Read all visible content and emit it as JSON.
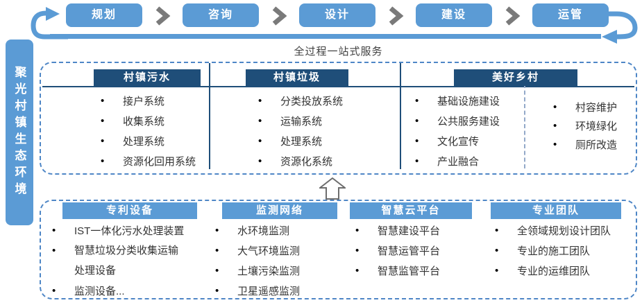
{
  "bullet_glyph": "•",
  "sidebar": {
    "label": "聚光村镇生态环境"
  },
  "process_flow": {
    "stages": [
      "规划",
      "咨询",
      "设计",
      "建设",
      "运管"
    ]
  },
  "banner": {
    "title": "全过程一站式服务"
  },
  "services": {
    "columns": [
      {
        "header": "村镇污水",
        "items": [
          "接户系统",
          "收集系统",
          "处理系统",
          "资源化回用系统"
        ]
      },
      {
        "header": "村镇垃圾",
        "items": [
          "分类投放系统",
          "运输系统",
          "处理系统",
          "资源化系统"
        ]
      },
      {
        "header": "美好乡村",
        "items_left": [
          "基础设施建设",
          "公共服务建设",
          "文化宣传",
          "产业融合"
        ],
        "items_right": [
          "村容维护",
          "环境绿化",
          "厕所改造"
        ]
      }
    ]
  },
  "capabilities": {
    "columns": [
      {
        "header": "专利设备",
        "items": [
          "IST一体化污水处理装置",
          "智慧垃圾分类收集运输处理设备",
          "监测设备..."
        ]
      },
      {
        "header": "监测网络",
        "items": [
          "水环境监测",
          "大气环境监测",
          "土壤污染监测",
          "卫星遥感监测"
        ]
      },
      {
        "header": "智慧云平台",
        "items": [
          "智慧建设平台",
          "智慧运管平台",
          "智慧监管平台"
        ]
      },
      {
        "header": "专业团队",
        "items": [
          "全领域规划设计团队",
          "专业的施工团队",
          "专业的运维团队"
        ]
      }
    ]
  },
  "colors": {
    "primary_blue": "#5B9BD5",
    "dark_navy": "#1F4E79",
    "dashed_border_blue": "#4E86C6",
    "chevron_gray": "#7A7A7A",
    "text_dark": "#333333"
  },
  "icons": {
    "chevron": "chevron-right-icon",
    "loop_left": "loop-arrow-left-icon",
    "loop_right": "loop-arrow-right-icon",
    "up_arrow": "up-arrow-icon"
  }
}
